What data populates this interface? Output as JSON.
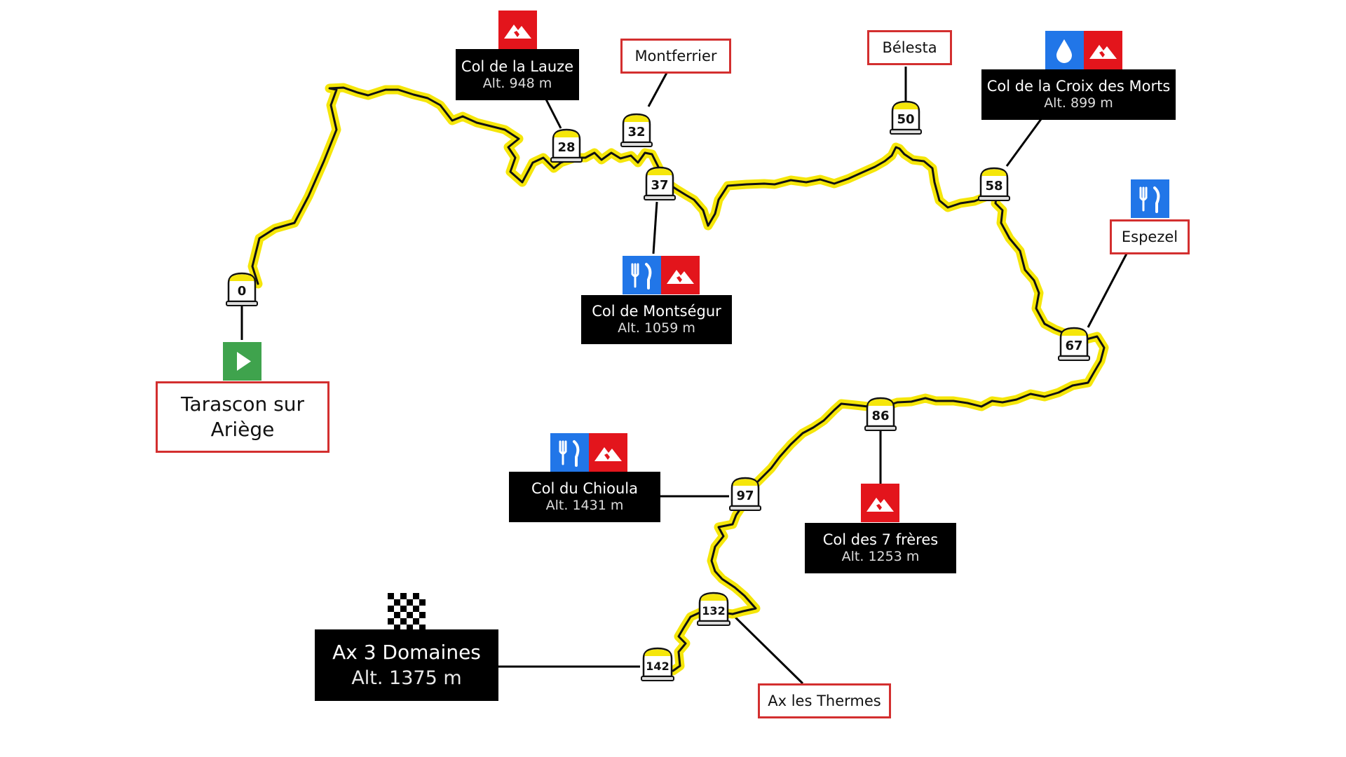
{
  "markers": [
    "0",
    "28",
    "32",
    "37",
    "50",
    "58",
    "67",
    "86",
    "97",
    "132",
    "142"
  ],
  "start": {
    "name": "Tarascon sur Ariège"
  },
  "finish": {
    "name": "Ax 3 Domaines",
    "alt": "Alt. 1375 m"
  },
  "towns": {
    "montferrier": "Montferrier",
    "belesta": "Bélesta",
    "espezel": "Espezel",
    "ax_les_thermes": "Ax les Thermes"
  },
  "cols": {
    "lauze": {
      "name": "Col de la Lauze",
      "alt": "Alt. 948 m"
    },
    "montsegur": {
      "name": "Col de Montségur",
      "alt": "Alt. 1059 m"
    },
    "croix_des_morts": {
      "name": "Col de la Croix des Morts",
      "alt": "Alt. 899 m"
    },
    "sept_freres": {
      "name": "Col des 7 frères",
      "alt": "Alt. 1253 m"
    },
    "chioula": {
      "name": "Col du Chioula",
      "alt": "Alt. 1431 m"
    }
  },
  "icon_names": [
    "mountain-icon",
    "fork-knife-icon",
    "water-drop-icon",
    "play-icon",
    "checkered-flag-icon"
  ],
  "colors": {
    "route": "#f5e60a",
    "mountain": "#e3151c",
    "food_water": "#2176e8",
    "start": "#3fa34d",
    "town_border": "#d32f2f"
  }
}
